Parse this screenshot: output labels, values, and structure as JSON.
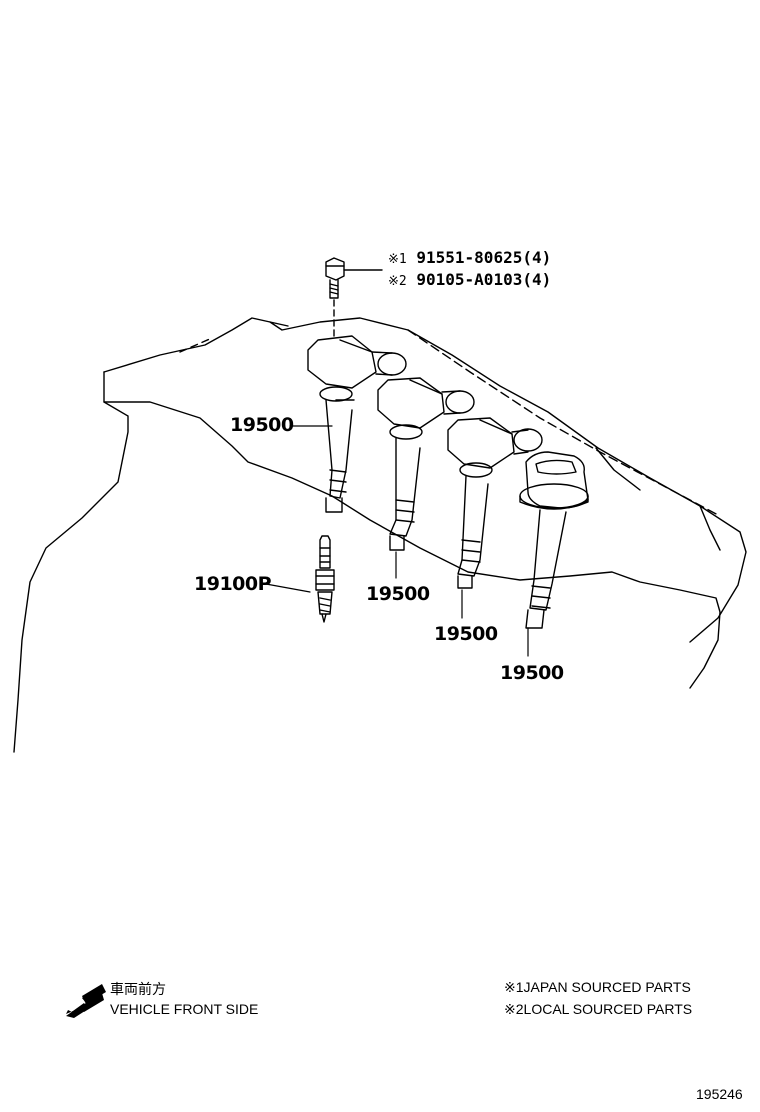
{
  "fastener_refs": [
    {
      "mark": "※1",
      "part_no": "91551-80625(4)"
    },
    {
      "mark": "※2",
      "part_no": "90105-A0103(4)"
    }
  ],
  "callouts": {
    "coil_1": "19500",
    "coil_2": "19500",
    "coil_3": "19500",
    "coil_4": "19500",
    "spark_plug": "19100P"
  },
  "direction": {
    "label_jp": "車両前方",
    "label_en": "VEHICLE FRONT SIDE"
  },
  "source_notes": [
    {
      "mark": "※1",
      "text": "JAPAN SOURCED PARTS"
    },
    {
      "mark": "※2",
      "text": "LOCAL SOURCED PARTS"
    }
  ],
  "illustration_id": "195246",
  "colors": {
    "ink": "#000000",
    "paper": "#ffffff"
  }
}
